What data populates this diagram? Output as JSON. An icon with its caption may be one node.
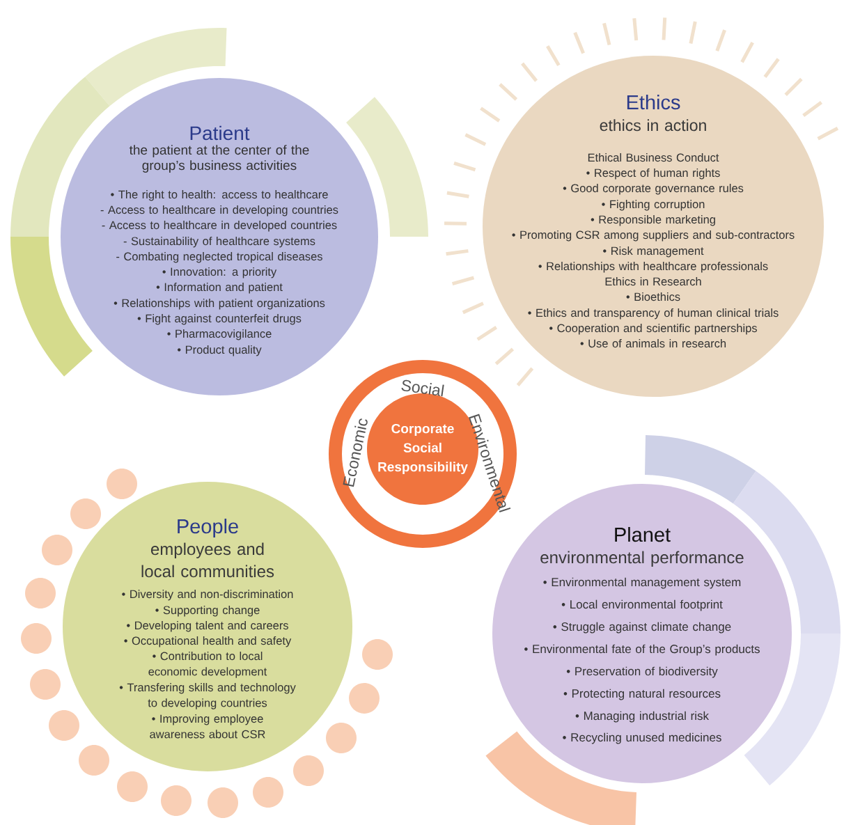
{
  "diagram": {
    "nodes": [
      {
        "text": [
          "Patient",
          "the patient at the center of the group’s business activities",
          "• The right to health: access to healthcare",
          "- Access to healthcare in developing countries",
          "- Access to healthcare in developed countries",
          "- Sustainability of healthcare systems",
          "- Combating neglected tropical diseases",
          "• Innovation: a priority",
          "• Information and patient",
          "• Relationships with patient organizations",
          "• Fight against counterfeit drugs",
          "• Pharmacovigilance",
          "• Product quality"
        ]
      },
      {
        "text": [
          "Ethics",
          "ethics in action",
          "Ethical Business Conduct",
          "• Respect of human rights",
          "• Good corporate governance rules",
          "• Fighting corruption",
          "• Responsible marketing",
          "• Promoting CSR among suppliers and sub-contractors",
          "• Risk management",
          "• Relationships with healthcare professionals",
          "Ethics in Research",
          "• Bioethics",
          "• Ethics and transparency of human clinical trials",
          "• Cooperation and scientific partnerships",
          "• Use of animals in research"
        ]
      },
      {
        "text": [
          "Social",
          "Economic",
          "Environmental",
          "Corporate Social Responsibility"
        ]
      },
      {
        "text": [
          "People",
          "employees and local communities",
          "• Diversity and non-discrimination",
          "• Supporting change",
          "• Developing talent and careers",
          "• Occupational health and safety",
          "• Contribution to local economic development",
          "• Transfering skills and technology to developing countries",
          "• Improving employee awareness about CSR"
        ]
      },
      {
        "text": [
          "Planet",
          "environmental performance",
          "• Environmental management system",
          "• Local environmental footprint",
          "• Struggle against climate change",
          "• Environmental fate of the Group’s products",
          "• Preservation of biodiversity",
          "• Protecting natural resources",
          "• Managing industrial risk",
          "• Recycling unused medicines"
        ]
      }
    ]
  }
}
